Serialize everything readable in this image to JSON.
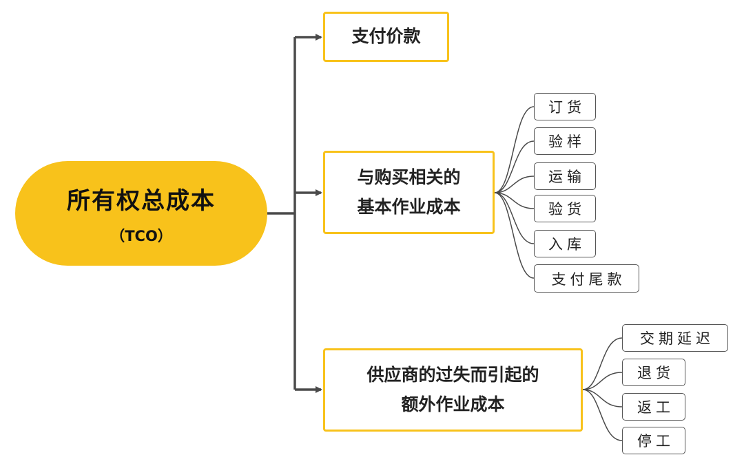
{
  "root": {
    "title": "所有权总成本",
    "subtitle": "（TCO）"
  },
  "branches": [
    {
      "line1": "支付价款",
      "line2": "",
      "leaves": []
    },
    {
      "line1": "与购买相关的",
      "line2": "基本作业成本",
      "leaves": [
        "订货",
        "验样",
        "运输",
        "验货",
        "入库",
        "支付尾款"
      ]
    },
    {
      "line1": "供应商的过失而引起的",
      "line2": "额外作业成本",
      "leaves": [
        "交期延迟",
        "退货",
        "返工",
        "停工"
      ]
    }
  ],
  "colors": {
    "accent": "#f8c21b",
    "connector": "#4a4a4a",
    "leaf_border": "#555555"
  }
}
